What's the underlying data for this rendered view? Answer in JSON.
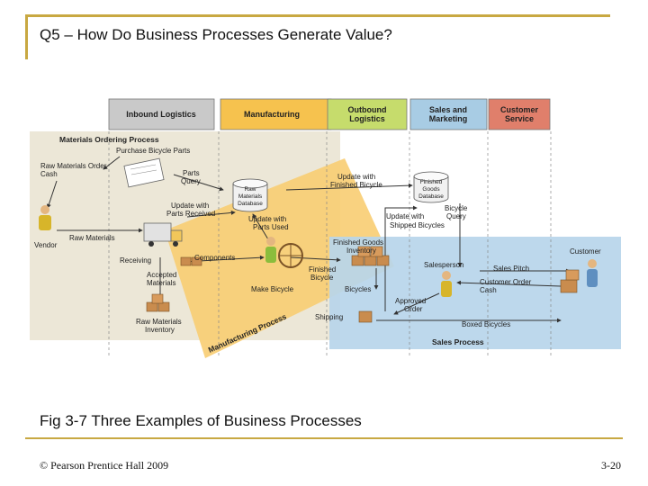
{
  "slide": {
    "title": "Q5 – How Do Business Processes Generate Value?",
    "caption": "Fig 3-7 Three Examples of Business Processes",
    "copyright": "© Pearson Prentice Hall 2009",
    "page_number": "3-20"
  },
  "colors": {
    "accent_line": "#c8a842",
    "inbound": "#c9c9c9",
    "manufacturing": "#f6c24e",
    "outbound": "#c6dc6c",
    "sales": "#a8cce4",
    "service": "#e07f6b",
    "materials_band": "#ece7d7",
    "manufacturing_band": "#f8cd72",
    "sales_band": "#b7d5ea"
  },
  "diagram": {
    "headers": {
      "inbound": "Inbound Logistics",
      "manufacturing": "Manufacturing",
      "outbound_1": "Outbound",
      "outbound_2": "Logistics",
      "sales_1": "Sales and",
      "sales_2": "Marketing",
      "service_1": "Customer",
      "service_2": "Service"
    },
    "labels": {
      "materials_ordering_process": "Materials Ordering Process",
      "purchase_bicycle_parts": "Purchase Bicycle Parts",
      "raw_materials_order_1": "Raw Materials Order",
      "raw_materials_order_2": "Cash",
      "parts_query_1": "Parts",
      "parts_query_2": "Query",
      "raw_materials_db_1": "Raw",
      "raw_materials_db_2": "Materials",
      "raw_materials_db_3": "Database",
      "update_parts_received_1": "Update with",
      "update_parts_received_2": "Parts Received",
      "vendor": "Vendor",
      "raw_materials": "Raw Materials",
      "receiving": "Receiving",
      "components": "Components",
      "accepted_materials_1": "Accepted",
      "accepted_materials_2": "Materials",
      "raw_materials_inventory_1": "Raw Materials",
      "raw_materials_inventory_2": "Inventory",
      "update_parts_used_1": "Update with",
      "update_parts_used_2": "Parts Used",
      "update_finished_bicycle_1": "Update with",
      "update_finished_bicycle_2": "Finished Bicycle",
      "finished_goods_db_1": "Finished",
      "finished_goods_db_2": "Goods",
      "finished_goods_db_3": "Database",
      "bicycle_query_1": "Bicycle",
      "bicycle_query_2": "Query",
      "update_shipped_1": "Update with",
      "update_shipped_2": "Shipped Bicycles",
      "finished_goods_inventory_1": "Finished Goods",
      "finished_goods_inventory_2": "Inventory",
      "make_bicycle": "Make Bicycle",
      "finished_bicycle_1": "Finished",
      "finished_bicycle_2": "Bicycle",
      "bicycles": "Bicycles",
      "manufacturing_process": "Manufacturing Process",
      "shipping": "Shipping",
      "approved_order_1": "Approved",
      "approved_order_2": "Order",
      "salesperson": "Salesperson",
      "sales_pitch": "Sales Pitch",
      "customer": "Customer",
      "customer_order_1": "Customer Order",
      "customer_order_2": "Cash",
      "boxed_bicycles": "Boxed Bicycles",
      "sales_process": "Sales Process"
    }
  }
}
